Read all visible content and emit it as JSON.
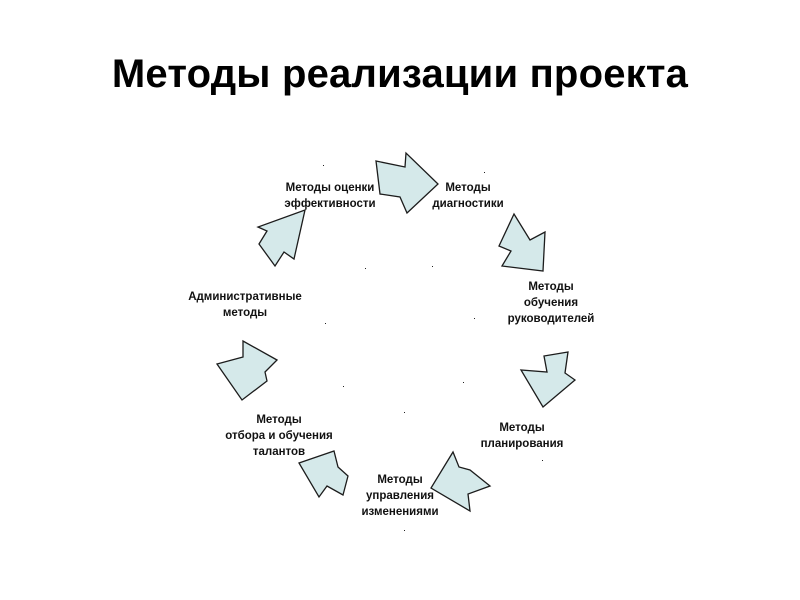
{
  "title": "Методы реализации проекта",
  "nodes": [
    {
      "lines": [
        "Методы оценки",
        "эффективности"
      ]
    },
    {
      "lines": [
        "Методы",
        "диагностики"
      ]
    },
    {
      "lines": [
        "Методы",
        "обучения",
        "руководителей"
      ]
    },
    {
      "lines": [
        "Методы",
        "планирования"
      ]
    },
    {
      "lines": [
        "Методы",
        "управления",
        "изменениями"
      ]
    },
    {
      "lines": [
        "Методы",
        "отбора и обучения",
        "талантов"
      ]
    },
    {
      "lines": [
        "Административные",
        "методы"
      ]
    }
  ],
  "colors": {
    "arrow_fill": "#d5e9ea",
    "arrow_stroke": "#1c1c1c",
    "text": "#000000"
  }
}
